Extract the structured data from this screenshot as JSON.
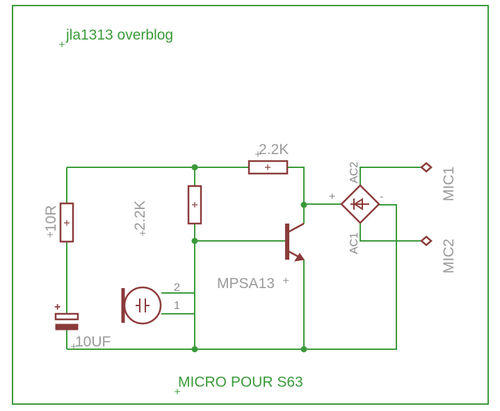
{
  "title": "jla1313 overblog",
  "caption": "MICRO POUR S63",
  "components": {
    "r_top": {
      "value": "2.2K"
    },
    "r_mid": {
      "value": "2.2K"
    },
    "r_left": {
      "value": "10R"
    },
    "capacitor": {
      "value": "10UF",
      "polarity": "+"
    },
    "transistor": {
      "value": "MPSA13"
    },
    "mic_capsule": {
      "pin_top": "2",
      "pin_bottom": "1"
    },
    "bridge": {
      "ac_top": "AC2",
      "ac_bottom": "AC1",
      "plus": "+",
      "minus": "-"
    },
    "connectors": {
      "top": "MIC1",
      "bottom": "MIC2"
    }
  },
  "colors": {
    "wire": "#3a9a3a",
    "part": "#8b3a3a",
    "label": "#9a9a9a",
    "background": "#ffffff"
  }
}
